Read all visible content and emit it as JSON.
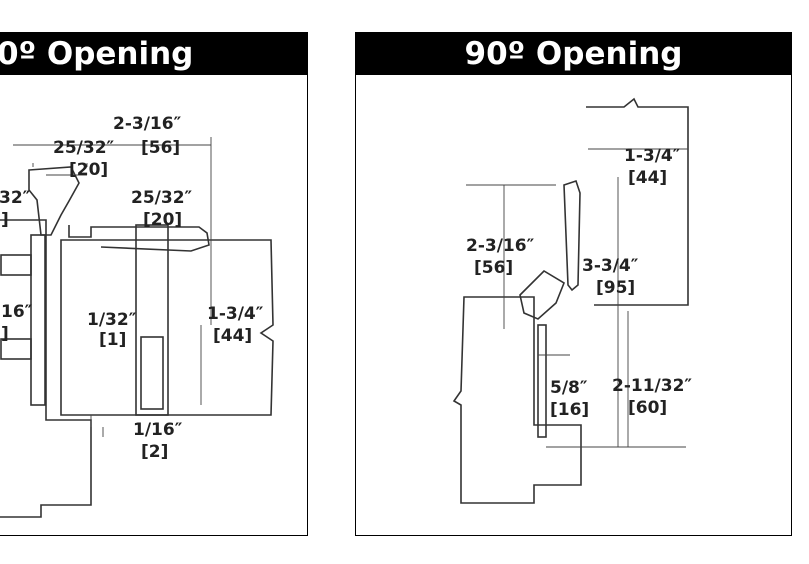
{
  "panels": [
    {
      "title": "0º Opening",
      "dims": {
        "d1": "2-3/16″",
        "d2": "25/32″",
        "d3": "[56]",
        "d4": "[20]",
        "d5": "32″",
        "d6": "]",
        "d7": "25/32″",
        "d8": "[20]",
        "d9": "16″",
        "d10": "]",
        "d11": "1/32″",
        "d12": "[1]",
        "d13": "1-3/4″",
        "d14": "[44]",
        "d15": "1/16″",
        "d16": "[2]"
      }
    },
    {
      "title": "90º Opening",
      "dims": {
        "d1": "1-3/4″",
        "d2": "[44]",
        "d3": "2-3/16″",
        "d4": "[56]",
        "d5": "3-3/4″",
        "d6": "[95]",
        "d7": "5/8″",
        "d8": "[16]",
        "d9": "2-11/32″",
        "d10": "[60]"
      }
    }
  ]
}
